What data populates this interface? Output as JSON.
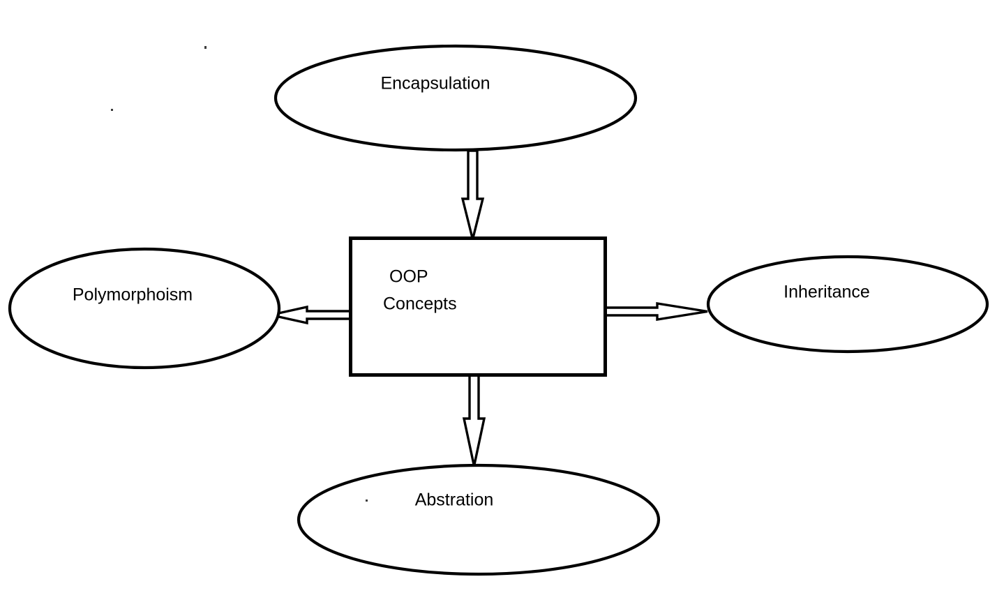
{
  "diagram": {
    "title": "OOP Concepts",
    "background_color": "#ffffff",
    "stroke_color": "#000000",
    "text_color": "#000000",
    "center_node": {
      "name": "oop-concepts",
      "shape": "rectangle",
      "label_line1": "OOP",
      "label_line2": "Concepts"
    },
    "nodes": [
      {
        "name": "encapsulation",
        "shape": "ellipse",
        "label": "Encapsulation",
        "position": "top"
      },
      {
        "name": "polymorphoism",
        "shape": "ellipse",
        "label": "Polymorphoism",
        "position": "left"
      },
      {
        "name": "inheritance",
        "shape": "ellipse",
        "label": "Inheritance",
        "position": "right"
      },
      {
        "name": "abstration",
        "shape": "ellipse",
        "label": "Abstration",
        "position": "bottom"
      }
    ],
    "connectors": [
      {
        "name": "arrow-to-encapsulation",
        "from": "oop-concepts",
        "to": "encapsulation",
        "direction": "up",
        "style": "hollow-block-arrow"
      },
      {
        "name": "arrow-to-polymorphoism",
        "from": "oop-concepts",
        "to": "polymorphoism",
        "direction": "left",
        "style": "hollow-block-arrow"
      },
      {
        "name": "arrow-to-inheritance",
        "from": "oop-concepts",
        "to": "inheritance",
        "direction": "right",
        "style": "hollow-block-arrow"
      },
      {
        "name": "arrow-to-abstration",
        "from": "oop-concepts",
        "to": "abstration",
        "direction": "down",
        "style": "hollow-block-arrow"
      }
    ]
  }
}
